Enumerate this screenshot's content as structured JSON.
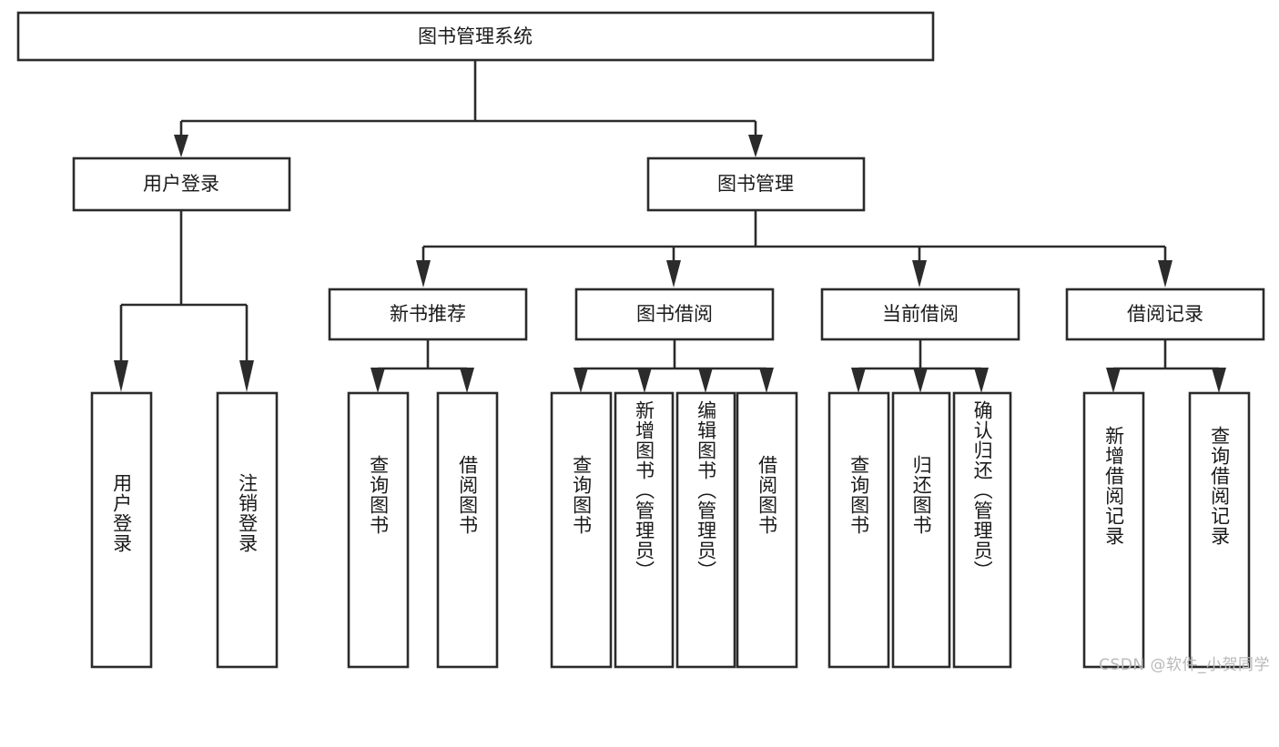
{
  "diagram": {
    "title": "图书管理系统",
    "type": "tree",
    "watermark": "CSDN @软件_小贺同学",
    "colors": {
      "stroke": "#2b2b2b",
      "box_fill": "#ffffff",
      "text": "#1a1a1a",
      "background": "#ffffff",
      "watermark": "#b9b9b9"
    },
    "root": {
      "id": "root",
      "label": "图书管理系统"
    },
    "level2": [
      {
        "id": "user-login",
        "label": "用户登录"
      },
      {
        "id": "book-manage",
        "label": "图书管理"
      }
    ],
    "level3": [
      {
        "id": "new-book-recommend",
        "label": "新书推荐",
        "parent": "book-manage"
      },
      {
        "id": "book-borrow",
        "label": "图书借阅",
        "parent": "book-manage"
      },
      {
        "id": "current-borrow",
        "label": "当前借阅",
        "parent": "book-manage"
      },
      {
        "id": "borrow-record",
        "label": "借阅记录",
        "parent": "book-manage"
      }
    ],
    "leaves": {
      "user-login": [
        {
          "id": "leaf-user-login",
          "label": "用户登录"
        },
        {
          "id": "leaf-logout",
          "label": "注销登录"
        }
      ],
      "new-book-recommend": [
        {
          "id": "leaf-query-book-1",
          "label": "查询图书"
        },
        {
          "id": "leaf-borrow-book-1",
          "label": "借阅图书"
        }
      ],
      "book-borrow": [
        {
          "id": "leaf-query-book-2",
          "label": "查询图书"
        },
        {
          "id": "leaf-add-book",
          "label": "新增图书（管理员）"
        },
        {
          "id": "leaf-edit-book",
          "label": "编辑图书（管理员）"
        },
        {
          "id": "leaf-borrow-book-2",
          "label": "借阅图书"
        }
      ],
      "current-borrow": [
        {
          "id": "leaf-query-book-3",
          "label": "查询图书"
        },
        {
          "id": "leaf-return-book",
          "label": "归还图书"
        },
        {
          "id": "leaf-confirm-return",
          "label": "确认归还（管理员）"
        }
      ],
      "borrow-record": [
        {
          "id": "leaf-add-record",
          "label": "新增借阅记录"
        },
        {
          "id": "leaf-query-record",
          "label": "查询借阅记录"
        }
      ]
    }
  }
}
